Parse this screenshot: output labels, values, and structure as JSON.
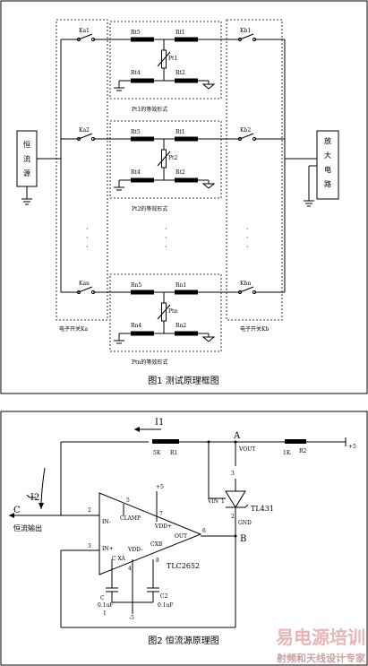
{
  "fig1": {
    "caption": "图1  测试原理框图",
    "source_label": [
      "恒",
      "流",
      "源"
    ],
    "amp_label": [
      "放",
      "大",
      "电",
      "路"
    ],
    "switch_a_label": "电子开关Ka",
    "switch_b_label": "电子开关Kb",
    "dots_vertical": "·\n·\n·",
    "rows": [
      {
        "ka": "Ka1",
        "kb": "Kb1",
        "r_top_left": "Rt5",
        "r_top_right": "Rt1",
        "pt": "Pt1",
        "r_bot_left": "Rt4",
        "r_bot_right": "Rt2",
        "caption": "Pt1的等效形式"
      },
      {
        "ka": "Ka2",
        "kb": "Kb2",
        "r_top_left": "Rt5",
        "r_top_right": "Rt1",
        "pt": "Pt2",
        "r_bot_left": "Rt4",
        "r_bot_right": "Rt2",
        "caption": "Pt2的等效形式"
      },
      {
        "ka": "Kan",
        "kb": "Kbn",
        "r_top_left": "Rn5",
        "r_top_right": "Rn1",
        "pt": "Ptn",
        "r_bot_left": "Rn4",
        "r_bot_right": "Rn2",
        "caption": "Ptn的等效形式"
      }
    ]
  },
  "fig2": {
    "caption": "图2 恒流源原理图",
    "i1": "I1",
    "i2": "I2",
    "node_a": "A",
    "node_b": "B",
    "node_c": "C",
    "r1_value": "5K",
    "r1_name": "R1",
    "r2_value": "1K",
    "r2_name": "R2",
    "vcc": "+5",
    "vout": "VOUT",
    "vin": "VIN",
    "gnd": "GND",
    "tl431": "TL431",
    "tlc2652": "TLC2652",
    "output_label": "恒流输出",
    "pins": {
      "p2": "2",
      "p3": "3",
      "p4": "4",
      "p5": "5",
      "p6": "6",
      "p7": "7",
      "p8": "8",
      "tl_p1": "1",
      "tl_p2": "2",
      "tl_p3": "3"
    },
    "op_pins": {
      "in_minus": "IN-",
      "in_plus": "IN+",
      "clamp": "CLAMP",
      "vdd_plus": "VDD+",
      "vdd_minus": "VDD-",
      "out": "OUT",
      "cxa": "C XA",
      "cxb": "CXB"
    },
    "plus5": "+5",
    "minus5": "-5",
    "c1": {
      "name": "C",
      "value": "0.1uF",
      "sub": "1"
    },
    "c2": {
      "name": "C2",
      "value": "0.1uF"
    }
  },
  "watermark": {
    "line1": "易电源培训",
    "line2": "射频和天线设计专家"
  }
}
